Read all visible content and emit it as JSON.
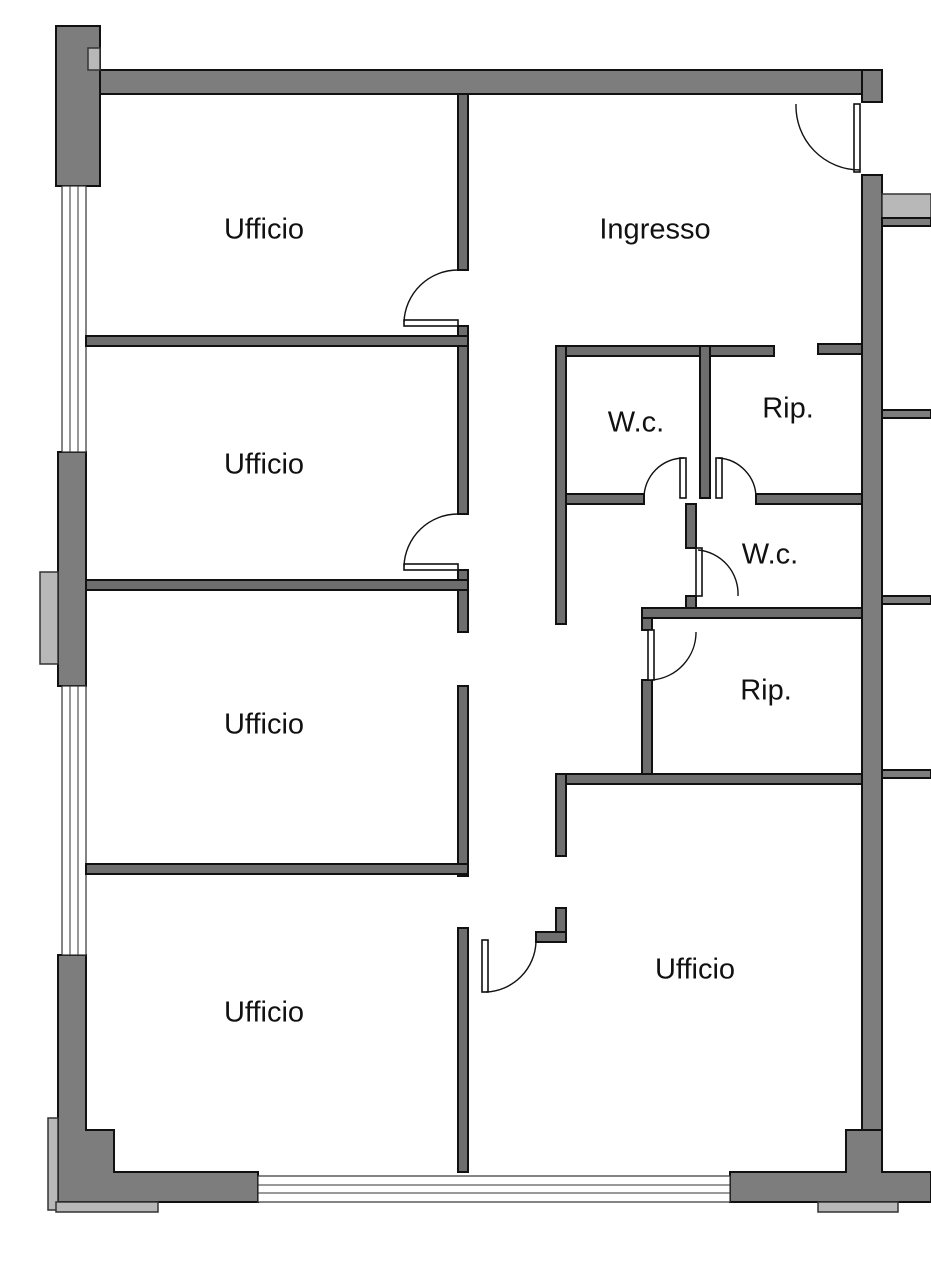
{
  "plan": {
    "rooms": [
      {
        "label": "Ufficio"
      },
      {
        "label": "Ingresso"
      },
      {
        "label": "Ufficio"
      },
      {
        "label": "W.c."
      },
      {
        "label": "Rip."
      },
      {
        "label": "W.c."
      },
      {
        "label": "Ufficio"
      },
      {
        "label": "Rip."
      },
      {
        "label": "Ufficio"
      },
      {
        "label": "Ufficio"
      }
    ]
  }
}
